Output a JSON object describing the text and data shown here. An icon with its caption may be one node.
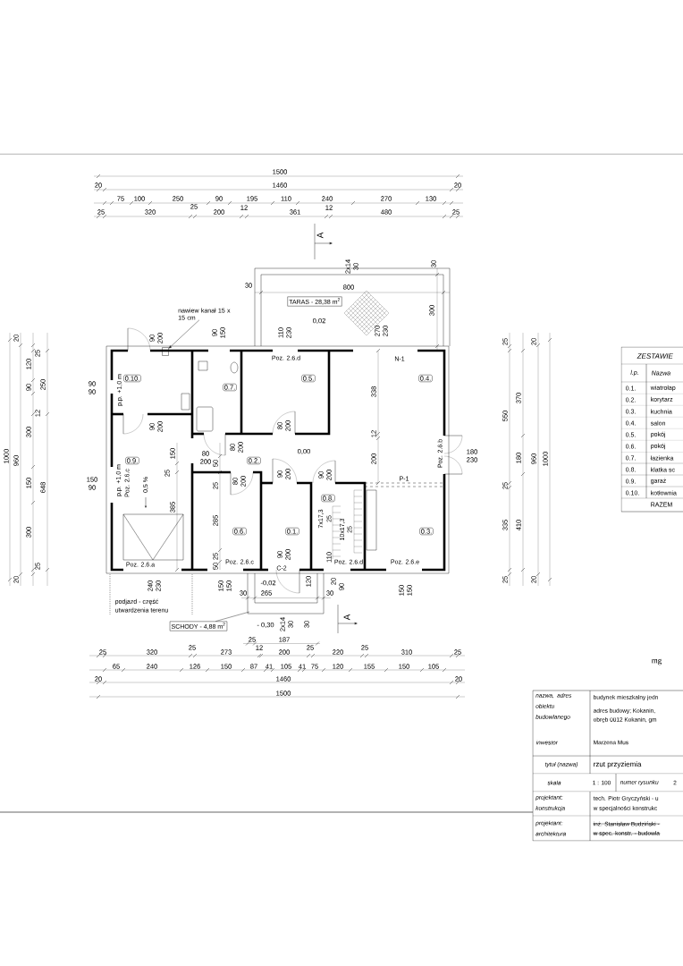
{
  "diagram": {
    "nodes": [
      {
        "text": [
          "TARAS - 28,38 m$^{2}$"
        ]
      },
      {
        "text": [
          "nawiew kanał 15 x 15 cm"
        ]
      },
      {
        "text": [],
        "shape": "box"
      },
      {
        "text": [
          "0.10."
        ]
      },
      {
        "text": [
          "0.5."
        ]
      },
      {
        "text": [
          "0.4."
        ]
      },
      {
        "text": [
          "0.7."
        ]
      },
      {
        "text": [
          "0.2."
        ]
      },
      {
        "text": [
          "0.9."
        ]
      },
      {
        "text": [
          "0.8."
        ]
      },
      {
        "text": [
          "0.6."
        ]
      },
      {
        "text": [
          "0.1."
        ]
      },
      {
        "text": [
          "0.3."
        ]
      },
      {
        "text": [
          "SCHODY - 4,88 m$^{2}$"
        ]
      }
    ],
    "edges": [
      {
        "from": 1,
        "to": 2,
        "arrow": "to"
      },
      {
        "from": 13,
        "to": null,
        "arrow": "none"
      }
    ],
    "labels": [
      "1500",
      "20",
      "1460",
      "20",
      "75",
      "100",
      "250",
      "90",
      "195",
      "110",
      "240",
      "270",
      "130",
      "25",
      "320",
      "25",
      "200",
      "12",
      "361",
      "12",
      "480",
      "25",
      "20",
      "25",
      "120",
      "90",
      "250",
      "12",
      "300",
      "1000",
      "960",
      "150",
      "648",
      "300",
      "25",
      "20",
      "A",
      "2x14",
      "30",
      "30",
      "30",
      "800",
      "300",
      "0,02",
      "90",
      "200",
      "90",
      "150",
      "110",
      "230",
      "270",
      "230",
      "Poz. 2.6.d",
      "N-1",
      "90",
      "90",
      "p.p. +1,0 m",
      "338",
      "90",
      "200",
      "80",
      "200",
      "12",
      "150",
      "80",
      "200",
      "50",
      "80",
      "200",
      "0,00",
      "200",
      "Poz. 2.6.b",
      "180",
      "230",
      "150",
      "90",
      "p.p. +1,0 m",
      "Poz. 2.6.c",
      "0,5 %",
      "25",
      "25",
      "80",
      "200",
      "90",
      "200",
      "90",
      "200",
      "P-1",
      "385",
      "285",
      "7x17,3",
      "25",
      "10x17,3",
      "25",
      "Poz. 2.6.a",
      "25",
      "50",
      "Poz. 2.6.c",
      "90",
      "200",
      "C-2",
      "110",
      "Poz. 2.6.d",
      "Poz. 2.6.e",
      "240",
      "230",
      "150",
      "150",
      "-0,02",
      "120",
      "20",
      "90",
      "150",
      "150",
      "30",
      "265",
      "30",
      "podjazd - część",
      "utwardzenia terenu",
      "- 0,30",
      "2x14",
      "30",
      "30",
      "A",
      "25",
      "187",
      "25",
      "320",
      "25",
      "273",
      "12",
      "200",
      "25",
      "220",
      "25",
      "310",
      "25",
      "65",
      "240",
      "126",
      "150",
      "87",
      "41",
      "105",
      "41",
      "75",
      "120",
      "155",
      "150",
      "105",
      "20",
      "1460",
      "20",
      "1500",
      "25",
      "20",
      "370",
      "550",
      "180",
      "960",
      "1000",
      "25",
      "335",
      "410",
      "25",
      "20",
      "ZESTAWIE",
      "l.p.",
      "Nazwa",
      "0.1.",
      "wiatrołap",
      "0.2.",
      "korytarz",
      "0.3.",
      "kuchnia",
      "0.4.",
      "salon",
      "0.5.",
      "pokój",
      "0.6.",
      "pokój",
      "0.7.",
      "łazienka",
      "0.8.",
      "klatka sc",
      "0.9.",
      "garaż",
      "0.10.",
      "kotłownia",
      "RAZEM",
      "mg",
      "nazwa, adres obiektu budowlanego",
      "inwestor",
      "budynek mieszkalny jedn",
      "adres budowy; Kokanin,",
      "obręb 0012 Kokanin, gm",
      "Marzena Mus",
      "tytuł (nazwa)",
      "rzut przyziemia",
      "skala",
      "1 : 100",
      "numer rysunku",
      "2",
      "projektant: konstrukcja",
      "tech. Piotr Gryczyński - u",
      "w specjalności konstrukc",
      "projektant: architektura",
      "inż. Stanisław Budziński -",
      "w spec. konstr. - budowla"
    ]
  }
}
